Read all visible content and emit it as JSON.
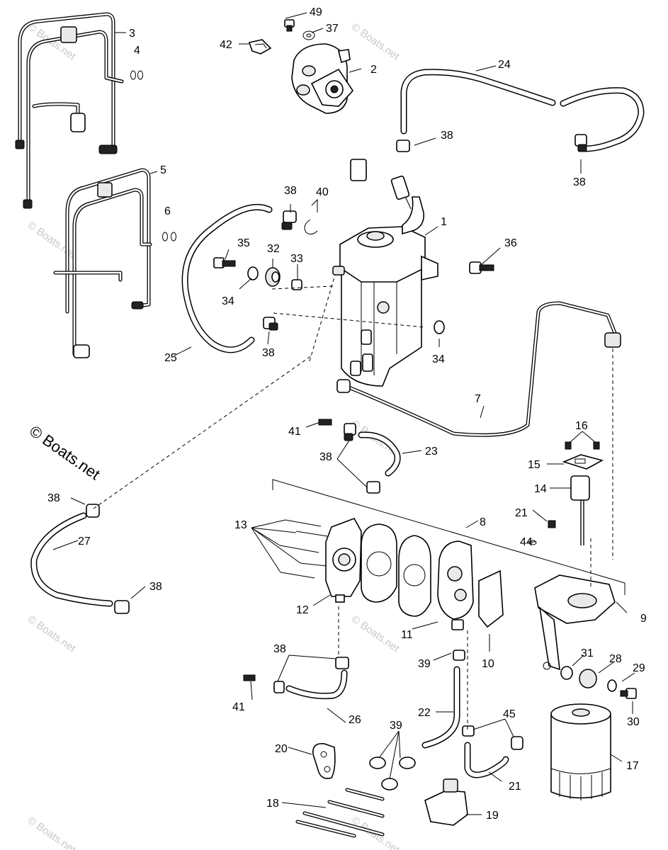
{
  "copyright": "© Boats.net",
  "watermark": "© Boats.net",
  "callouts": {
    "c1": "1",
    "c2": "2",
    "c3": "3",
    "c4": "4",
    "c5": "5",
    "c6": "6",
    "c7": "7",
    "c8": "8",
    "c9": "9",
    "c10": "10",
    "c11": "11",
    "c12": "12",
    "c13": "13",
    "c14": "14",
    "c15": "15",
    "c16": "16",
    "c17": "17",
    "c18": "18",
    "c19": "19",
    "c20": "20",
    "c21": "21",
    "c22": "22",
    "c23": "23",
    "c24": "24",
    "c25": "25",
    "c26": "26",
    "c27": "27",
    "c28": "28",
    "c29": "29",
    "c30": "30",
    "c31": "31",
    "c32": "32",
    "c33": "33",
    "c34": "34",
    "c35": "35",
    "c36": "36",
    "c37": "37",
    "c38": "38",
    "c39": "39",
    "c40": "40",
    "c41": "41",
    "c42": "42",
    "c44": "44",
    "c45": "45",
    "c49": "49"
  }
}
